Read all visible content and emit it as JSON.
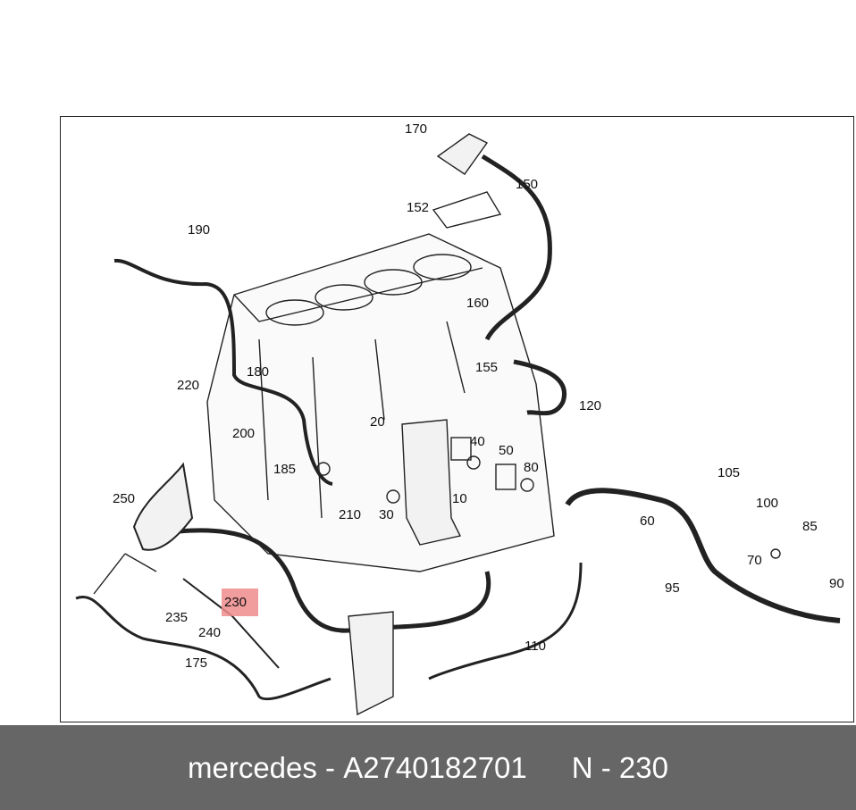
{
  "diagram": {
    "callouts": [
      "170",
      "150",
      "152",
      "190",
      "160",
      "155",
      "120",
      "220",
      "180",
      "200",
      "20",
      "40",
      "50",
      "80",
      "185",
      "250",
      "210",
      "30",
      "10",
      "105",
      "100",
      "85",
      "60",
      "70",
      "90",
      "95",
      "230",
      "235",
      "240",
      "175",
      "110"
    ],
    "highlighted": "230",
    "highlight_color": "#f08c8c"
  },
  "footer": {
    "brand": "mercedes",
    "separator": " - ",
    "part_number": "A2740182701",
    "position_label": "N - 230",
    "background": "#666666"
  }
}
